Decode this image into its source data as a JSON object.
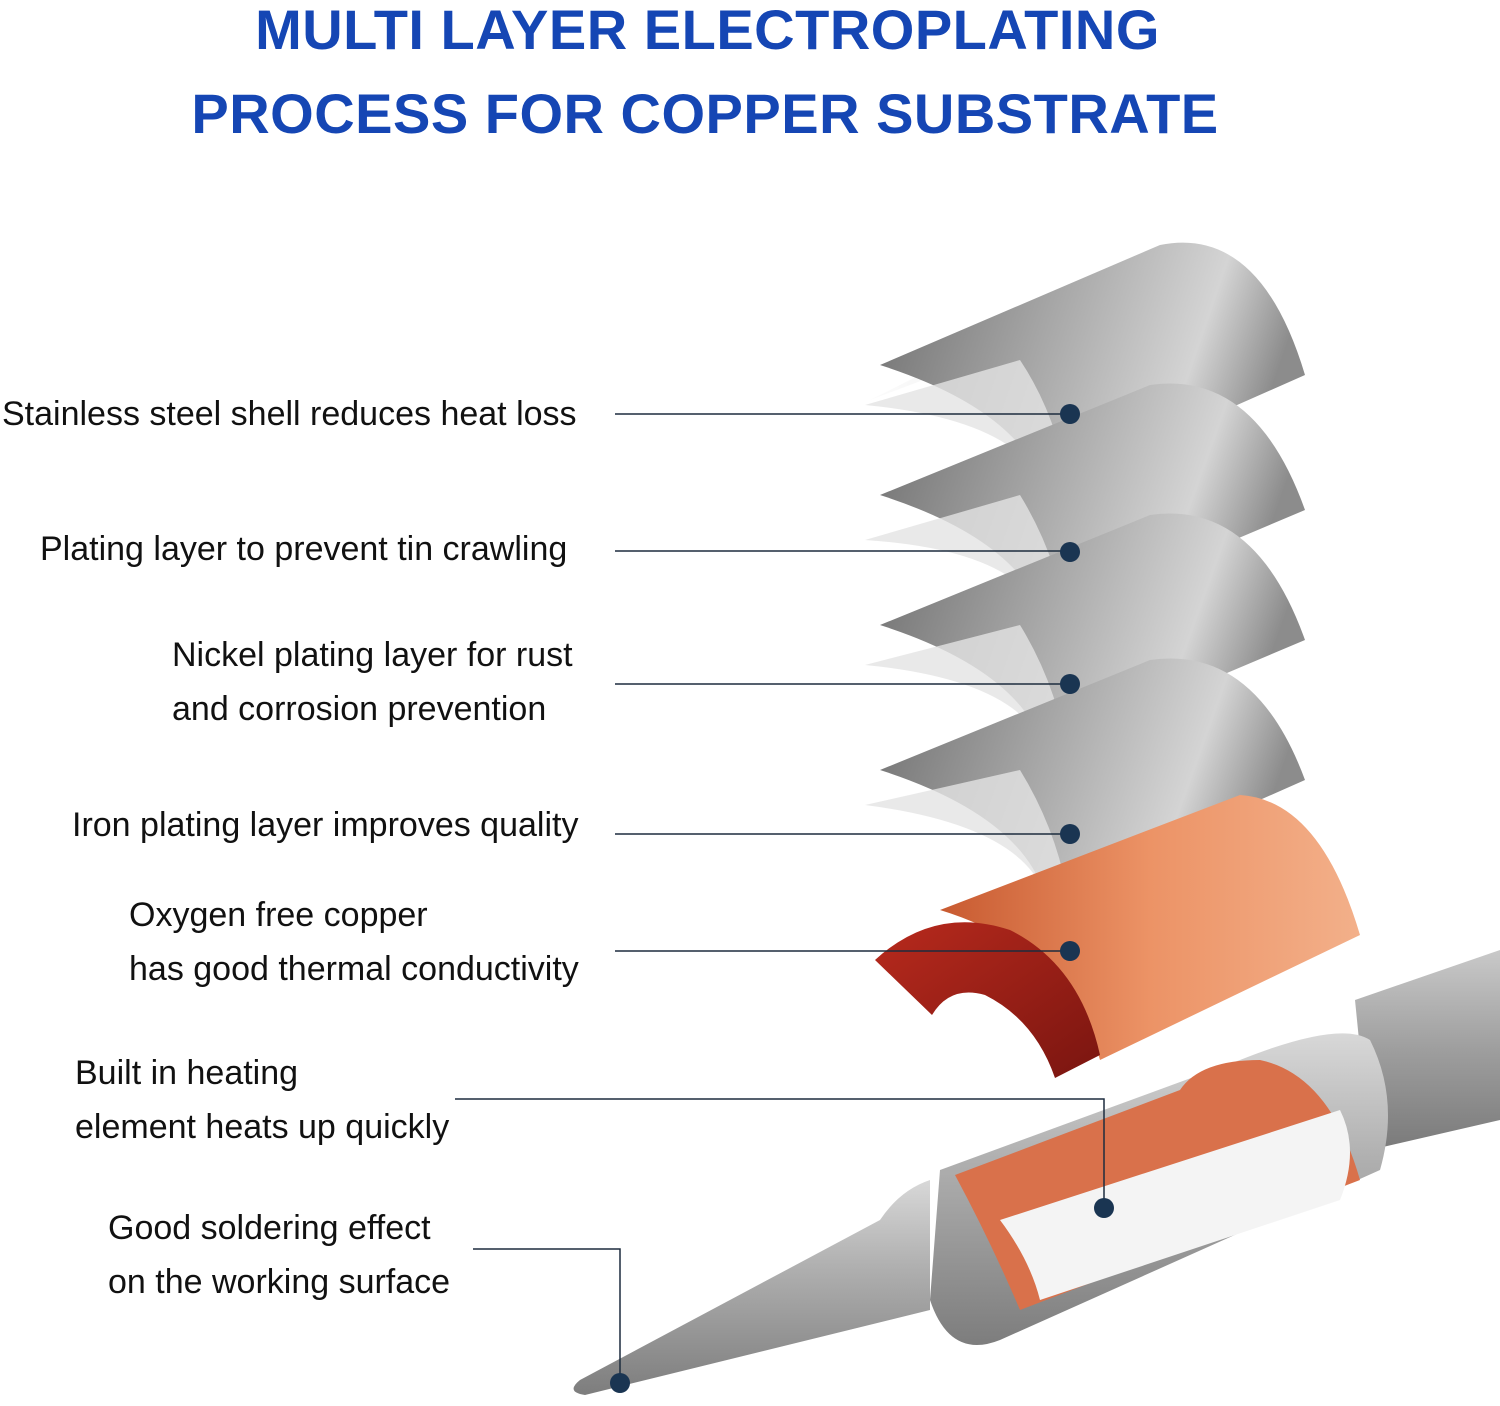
{
  "title": {
    "line1": "MULTI LAYER ELECTROPLATING",
    "line2": "PROCESS FOR COPPER SUBSTRATE"
  },
  "labels": {
    "stainless": "Stainless steel shell reduces heat loss",
    "plating_tin": "Plating layer to prevent tin crawling",
    "nickel_1": "Nickel plating layer for rust",
    "nickel_2": "and corrosion prevention",
    "iron": "Iron plating layer improves quality",
    "copper_1": "Oxygen free copper",
    "copper_2": "has good thermal conductivity",
    "heating_1": "Built in heating",
    "heating_2": "element heats up quickly",
    "solder_1": "Good soldering effect",
    "solder_2": "on the working surface"
  },
  "colors": {
    "title": "#1546b4",
    "leader": "#1d2c3e",
    "dot": "#1a3552",
    "copper": "#e58a5c",
    "copper_dark": "#8e1a14",
    "steel": "#9a9a9a"
  }
}
